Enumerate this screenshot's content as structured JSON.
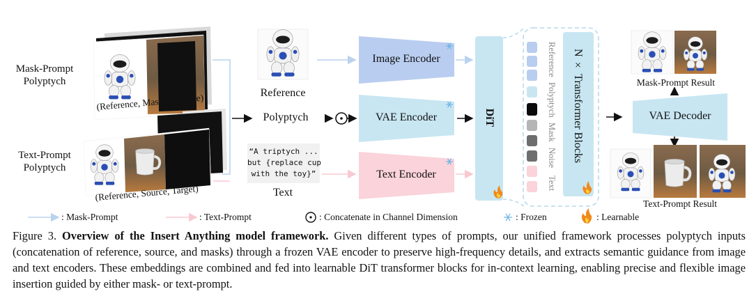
{
  "figure": {
    "left_inputs": {
      "mask_prompt_label": "Mask-Prompt\nPolyptych",
      "mask_prompt_caption": "(Reference, Masked Source)",
      "text_prompt_label": "Text-Prompt\nPolyptych",
      "text_prompt_caption": "(Reference, Source, Target)"
    },
    "middle": {
      "reference_label": "Reference",
      "polyptych_label": "Polyptych",
      "text_label": "Text",
      "text_prompt_lines": [
        "“A triptych ...",
        "but {replace cup",
        "with the toy}”"
      ]
    },
    "encoders": {
      "image": "Image Encoder",
      "vae": "VAE Encoder",
      "text": "Text Encoder"
    },
    "dit_label": "DiT",
    "token_labels": [
      "Reference",
      "Polyptych",
      "Mask",
      "Noise",
      "Text"
    ],
    "transformer_label": "N × Transformer Blocks",
    "vae_decoder": "VAE Decoder",
    "results": {
      "mask": "Mask-Prompt Result",
      "text": "Text-Prompt Result"
    },
    "legend": {
      "mask": ": Mask-Prompt",
      "text": ": Text-Prompt",
      "concat": ": Concatenate in Channel Dimension",
      "frozen": ": Frozen",
      "learnable": ": Learnable"
    },
    "colors": {
      "blue_encoder": "#b9cdf0",
      "vae_encoder": "#c8e6f2",
      "pink_encoder": "#fbd3da",
      "dit": "#c8e6f2",
      "mask_arrow": "#b9d2ee",
      "text_arrow": "#f8c9d2"
    }
  },
  "caption": {
    "prefix": "Figure 3. ",
    "bold": "Overview of the Insert Anything model framework.",
    "body": " Given different types of prompts, our unified framework processes polyptych inputs (concatenation of reference, source, and masks) through a frozen VAE encoder to preserve high-frequency details, and extracts semantic guidance from image and text encoders. These embeddings are combined and fed into learnable DiT transformer blocks for in-context learning, enabling precise and flexible image insertion guided by either mask- or text-prompt."
  }
}
